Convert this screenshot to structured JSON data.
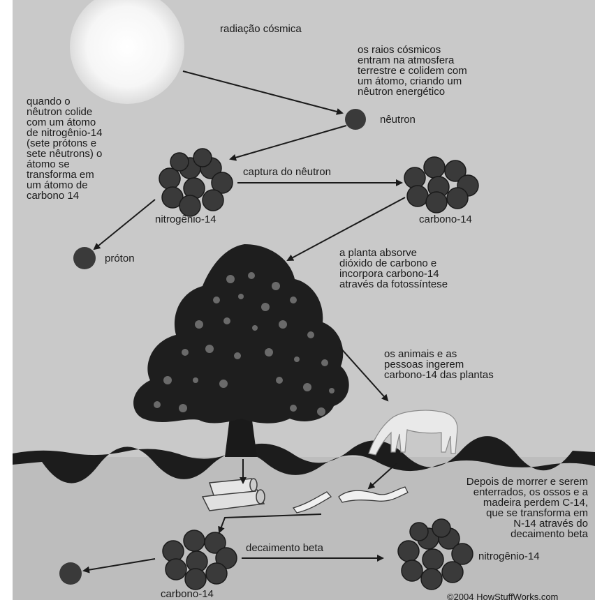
{
  "labels": {
    "cosmic_radiation": "radiação cósmica",
    "neutron": "nêutron",
    "nitrogen14_top": "nitrogênio-14",
    "neutron_capture": "captura do nêutron",
    "carbon14_top": "carbono-14",
    "proton": "próton",
    "beta_decay": "decaimento beta",
    "carbon14_bottom": "carbono-14",
    "nitrogen14_bottom": "nitrogênio-14",
    "copyright": "©2004 HowStuffWorks.com"
  },
  "notes": {
    "cosmic_rays": "os raios cósmicos\nentram na atmosfera\nterrestre e colidem com\num átomo, criando um\nnêutron energético",
    "neutron_collision": "quando o\nnêutron colide\ncom um átomo\nde nitrogênio-14\n(sete prótons e\nsete nêutrons) o\nátomo se\ntransforma em\num átomo de\ncarbono 14",
    "plant_absorbs": "a planta absorve\ndióxido de carbono e\nincorpora carbono-14\natravés da fotossíntese",
    "animals_ingest": "os animais e as\npessoas ingerem\ncarbono-14 das plantas",
    "after_death": "Depois de morrer e serem\nenterrados, os ossos e a\nmadeira perdem C-14,\nque se transforma em\nN-14 através do\ndecaimento beta"
  },
  "colors": {
    "sky": "#c9c9c9",
    "underground": "#bdbdbd",
    "ground_strip": "#1c1c1c",
    "particle": "#3a3a3a",
    "tree_foliage": "#1e1e1e",
    "horse": "#e9e9e9"
  }
}
